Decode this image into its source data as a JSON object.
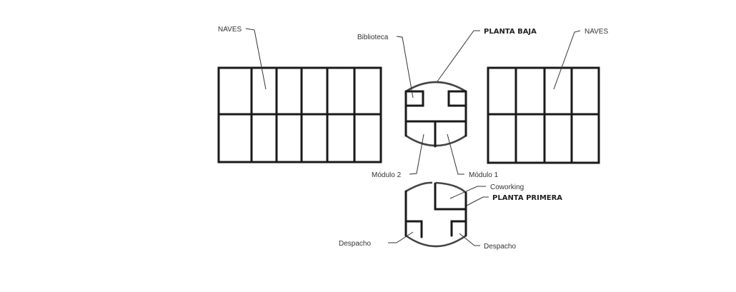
{
  "labels": {
    "naves_left": "NAVES",
    "naves_right": "NAVES",
    "biblioteca": "Biblioteca",
    "planta_baja": "PLANTA BAJA",
    "modulo_2": "Módulo 2",
    "modulo_1": "Módulo 1",
    "coworking": "Coworking",
    "planta_primera": "PLANTA PRIMERA",
    "despacho_left": "Despacho",
    "despacho_right": "Despacho"
  }
}
